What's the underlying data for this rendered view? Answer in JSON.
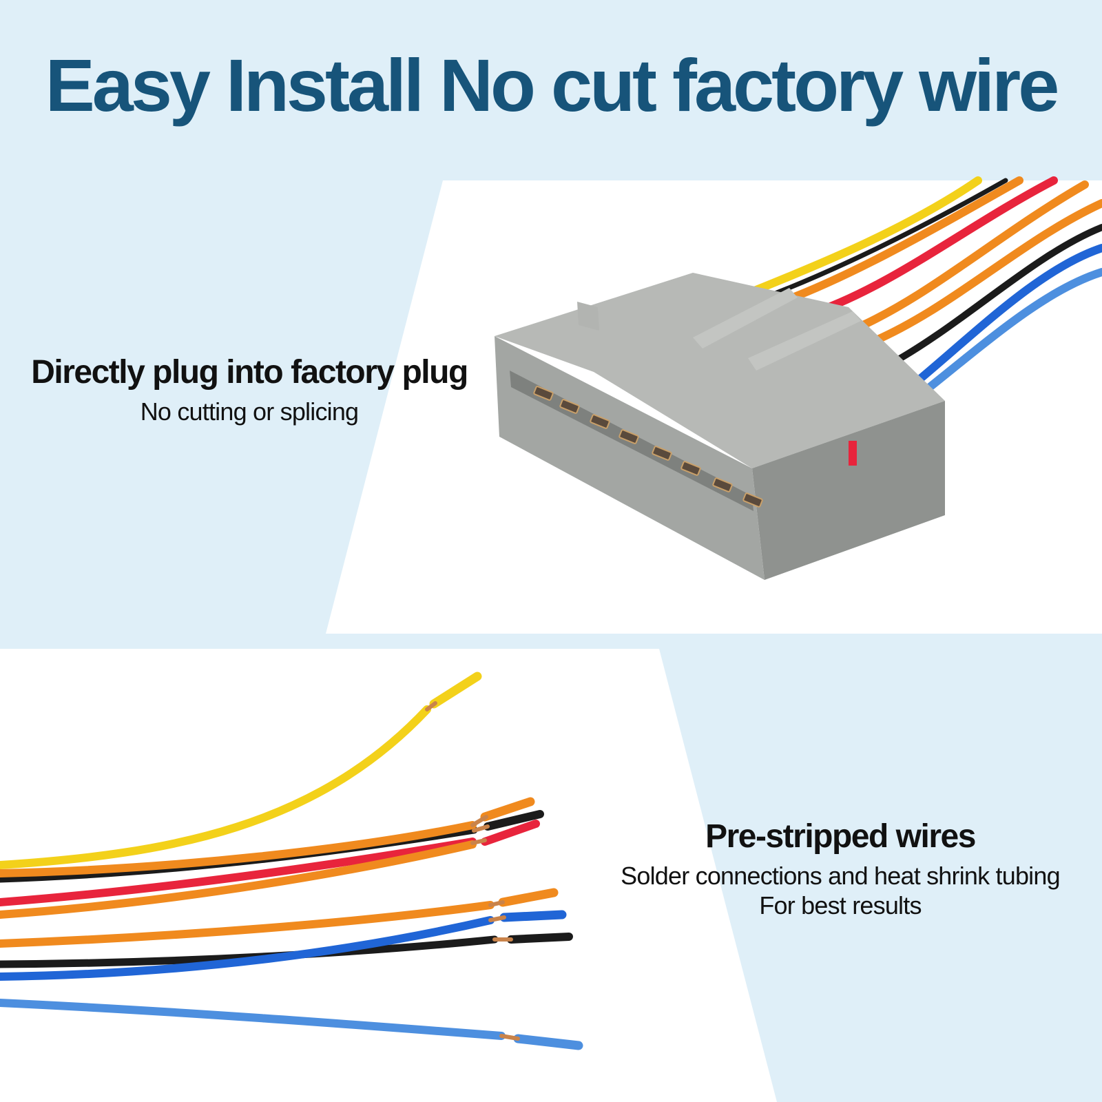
{
  "headline": "Easy Install No cut factory wire",
  "features": [
    {
      "title": "Directly plug into factory plug",
      "lines": [
        "No cutting or splicing"
      ],
      "image": "wiring-harness-connector-plug"
    },
    {
      "title": "Pre-stripped wires",
      "lines": [
        "Solder connections and heat shrink tubing",
        "For best results"
      ],
      "image": "pre-stripped-wire-ends"
    }
  ],
  "colors": {
    "background": "#dfeff8",
    "panel": "#ffffff",
    "headline": "#17547a",
    "text": "#111111",
    "connector": "#a3a6a3",
    "wire_yellow": "#f3d11a",
    "wire_orange": "#f08a1e",
    "wire_red": "#e8243c",
    "wire_black": "#1b1b1b",
    "wire_blue": "#2065d6",
    "wire_light_blue": "#4d8fdf",
    "copper": "#c9834a"
  }
}
